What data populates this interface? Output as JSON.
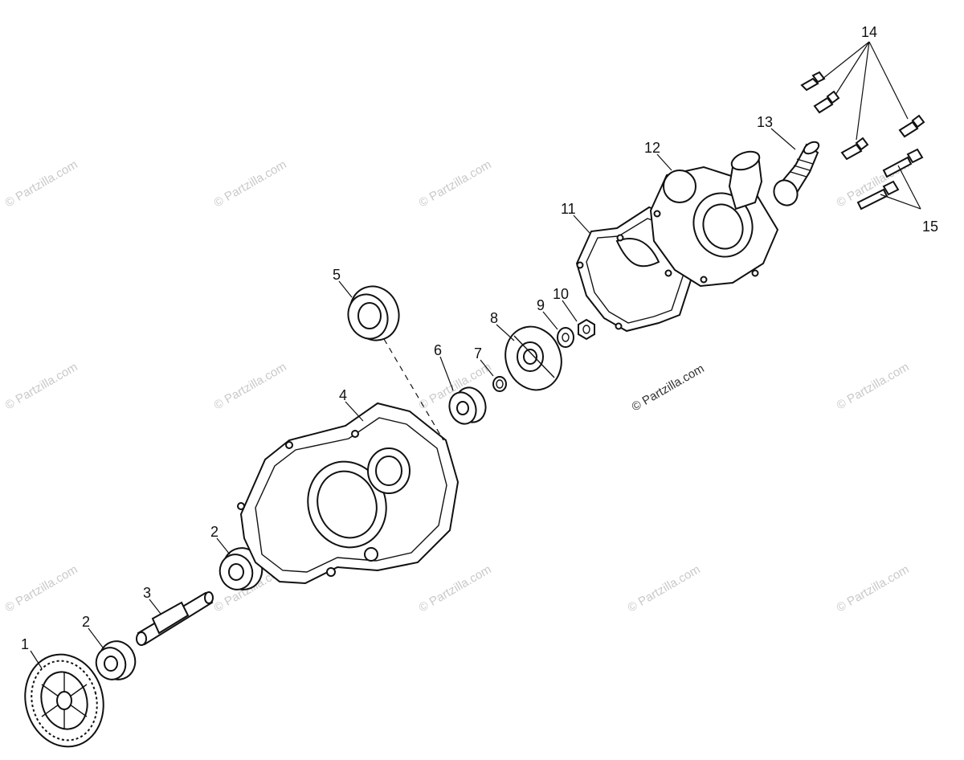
{
  "watermark": {
    "text": "© Partzilla.com"
  },
  "parts": [
    {
      "id": "1",
      "label": "1",
      "name": "gear"
    },
    {
      "id": "2a",
      "label": "2",
      "name": "bearing-lower"
    },
    {
      "id": "2b",
      "label": "2",
      "name": "bearing-upper"
    },
    {
      "id": "3",
      "label": "3",
      "name": "shaft"
    },
    {
      "id": "4",
      "label": "4",
      "name": "housing"
    },
    {
      "id": "5",
      "label": "5",
      "name": "oil-seal"
    },
    {
      "id": "6",
      "label": "6",
      "name": "bushing"
    },
    {
      "id": "7",
      "label": "7",
      "name": "snap-ring"
    },
    {
      "id": "8",
      "label": "8",
      "name": "impeller"
    },
    {
      "id": "9",
      "label": "9",
      "name": "washer"
    },
    {
      "id": "10",
      "label": "10",
      "name": "nut"
    },
    {
      "id": "11",
      "label": "11",
      "name": "gasket"
    },
    {
      "id": "12",
      "label": "12",
      "name": "pump-cover"
    },
    {
      "id": "13",
      "label": "13",
      "name": "hose-fitting"
    },
    {
      "id": "14",
      "label": "14",
      "name": "bolt-short"
    },
    {
      "id": "15",
      "label": "15",
      "name": "bolt-long"
    }
  ]
}
